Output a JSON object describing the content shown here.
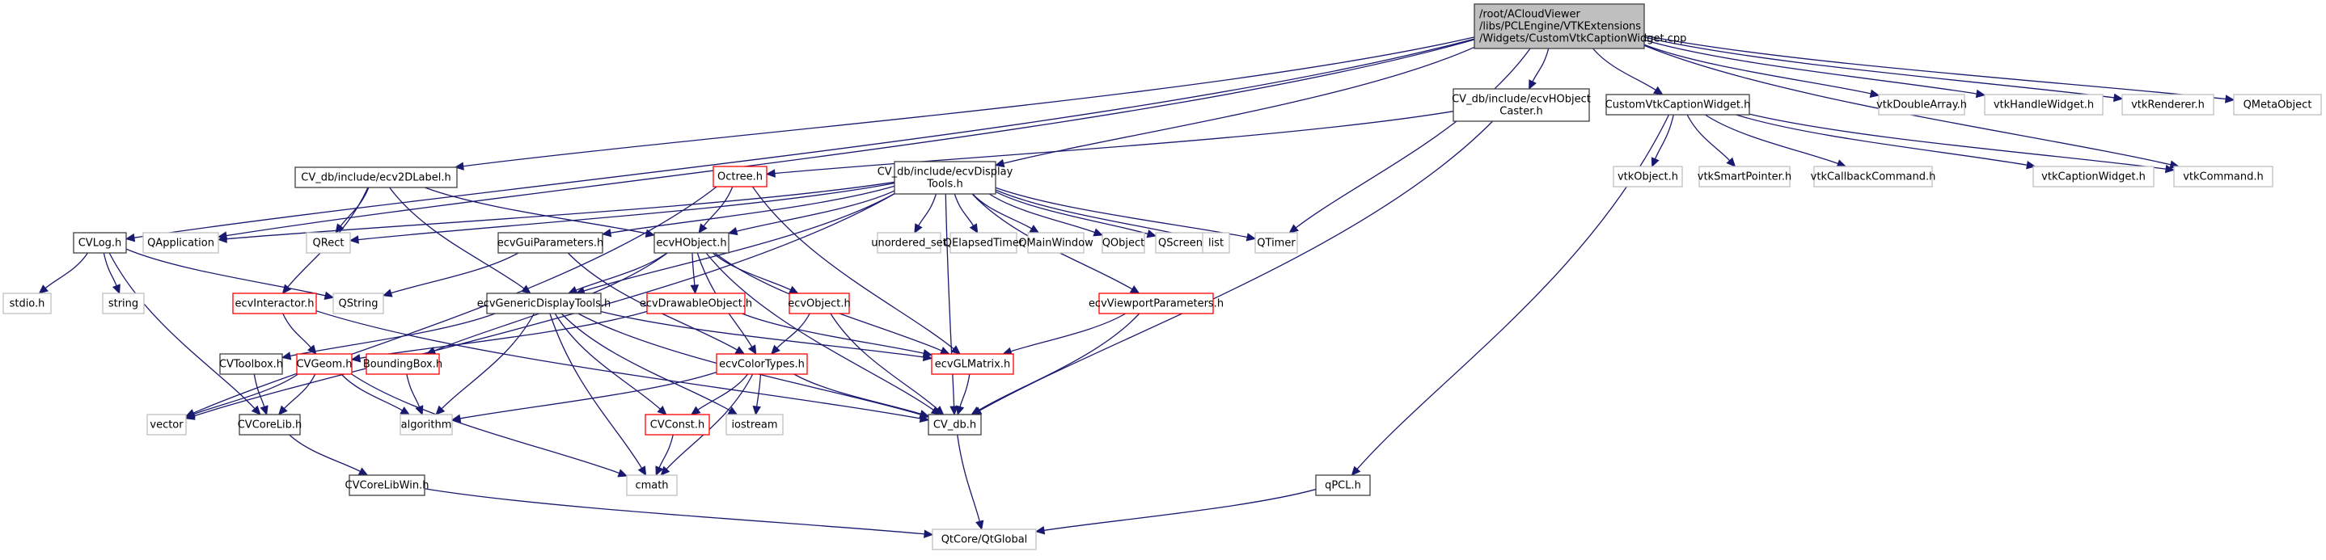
{
  "graph": {
    "title": "/root/ACloudViewer/libs/PCLEngine/VTKExtensions/Widgets/CustomVtkCaptionWidget.cpp",
    "colors": {
      "edge": "#191970",
      "root_fill": "#bfbfbf",
      "documented_border": "#404040",
      "truncated_border": "#ff0000",
      "external_border": "#bfbfbf"
    },
    "nodes": [
      {
        "id": "root",
        "kind": "root",
        "lines": [
          "/root/ACloudViewer",
          "/libs/PCLEngine/VTKExtensions",
          "/Widgets/CustomVtkCaptionWidget.cpp"
        ]
      },
      {
        "id": "hobjcaster",
        "kind": "doc",
        "lines": [
          "CV_db/include/ecvHObject",
          "Caster.h"
        ]
      },
      {
        "id": "customvtk",
        "kind": "doc",
        "lines": [
          "CustomVtkCaptionWidget.h"
        ]
      },
      {
        "id": "vtkdoublearray",
        "kind": "ext",
        "lines": [
          "vtkDoubleArray.h"
        ]
      },
      {
        "id": "vtkhandlewidget",
        "kind": "ext",
        "lines": [
          "vtkHandleWidget.h"
        ]
      },
      {
        "id": "vtkrenderer",
        "kind": "ext",
        "lines": [
          "vtkRenderer.h"
        ]
      },
      {
        "id": "qmetaobject",
        "kind": "ext",
        "lines": [
          "QMetaObject"
        ]
      },
      {
        "id": "vtkobject",
        "kind": "ext",
        "lines": [
          "vtkObject.h"
        ]
      },
      {
        "id": "vtksmartpointer",
        "kind": "ext",
        "lines": [
          "vtkSmartPointer.h"
        ]
      },
      {
        "id": "vtkcallbackcommand",
        "kind": "ext",
        "lines": [
          "vtkCallbackCommand.h"
        ]
      },
      {
        "id": "vtkcaptionwidget",
        "kind": "ext",
        "lines": [
          "vtkCaptionWidget.h"
        ]
      },
      {
        "id": "vtkcommand",
        "kind": "ext",
        "lines": [
          "vtkCommand.h"
        ]
      },
      {
        "id": "ecv2dlabel",
        "kind": "doc",
        "lines": [
          "CV_db/include/ecv2DLabel.h"
        ]
      },
      {
        "id": "octree",
        "kind": "trunc",
        "lines": [
          "Octree.h"
        ]
      },
      {
        "id": "displaytools",
        "kind": "doc",
        "lines": [
          "CV_db/include/ecvDisplay",
          "Tools.h"
        ]
      },
      {
        "id": "cvlog",
        "kind": "doc",
        "lines": [
          "CVLog.h"
        ]
      },
      {
        "id": "qapplication",
        "kind": "ext",
        "lines": [
          "QApplication"
        ]
      },
      {
        "id": "qrect",
        "kind": "ext",
        "lines": [
          "QRect"
        ]
      },
      {
        "id": "guiparams",
        "kind": "doc",
        "lines": [
          "ecvGuiParameters.h"
        ]
      },
      {
        "id": "hobject",
        "kind": "doc",
        "lines": [
          "ecvHObject.h"
        ]
      },
      {
        "id": "unorderedset",
        "kind": "ext",
        "lines": [
          "unordered_set"
        ]
      },
      {
        "id": "qelapsedtimer",
        "kind": "ext",
        "lines": [
          "QElapsedTimer"
        ]
      },
      {
        "id": "qmainwindow",
        "kind": "ext",
        "lines": [
          "QMainWindow"
        ]
      },
      {
        "id": "qobject",
        "kind": "ext",
        "lines": [
          "QObject"
        ]
      },
      {
        "id": "qscreen",
        "kind": "ext",
        "lines": [
          "QScreen"
        ]
      },
      {
        "id": "list",
        "kind": "ext",
        "lines": [
          "list"
        ]
      },
      {
        "id": "qtimer",
        "kind": "ext",
        "lines": [
          "QTimer"
        ]
      },
      {
        "id": "stdio",
        "kind": "ext",
        "lines": [
          "stdio.h"
        ]
      },
      {
        "id": "string",
        "kind": "ext",
        "lines": [
          "string"
        ]
      },
      {
        "id": "interactor",
        "kind": "trunc",
        "lines": [
          "ecvInteractor.h"
        ]
      },
      {
        "id": "qstring",
        "kind": "ext",
        "lines": [
          "QString"
        ]
      },
      {
        "id": "genericdisplay",
        "kind": "doc",
        "lines": [
          "ecvGenericDisplayTools.h"
        ]
      },
      {
        "id": "drawable",
        "kind": "trunc",
        "lines": [
          "ecvDrawableObject.h"
        ]
      },
      {
        "id": "ecvobject",
        "kind": "trunc",
        "lines": [
          "ecvObject.h"
        ]
      },
      {
        "id": "viewport",
        "kind": "trunc",
        "lines": [
          "ecvViewportParameters.h"
        ]
      },
      {
        "id": "cvtoolbox",
        "kind": "doc",
        "lines": [
          "CVToolbox.h"
        ]
      },
      {
        "id": "cvgeom",
        "kind": "trunc",
        "lines": [
          "CVGeom.h"
        ]
      },
      {
        "id": "boundingbox",
        "kind": "trunc",
        "lines": [
          "BoundingBox.h"
        ]
      },
      {
        "id": "colortypes",
        "kind": "trunc",
        "lines": [
          "ecvColorTypes.h"
        ]
      },
      {
        "id": "glmatrix",
        "kind": "trunc",
        "lines": [
          "ecvGLMatrix.h"
        ]
      },
      {
        "id": "vector",
        "kind": "ext",
        "lines": [
          "vector"
        ]
      },
      {
        "id": "cvcorelib",
        "kind": "doc",
        "lines": [
          "CVCoreLib.h"
        ]
      },
      {
        "id": "algorithm",
        "kind": "ext",
        "lines": [
          "algorithm"
        ]
      },
      {
        "id": "cvconst",
        "kind": "trunc",
        "lines": [
          "CVConst.h"
        ]
      },
      {
        "id": "iostream",
        "kind": "ext",
        "lines": [
          "iostream"
        ]
      },
      {
        "id": "cvdb",
        "kind": "doc",
        "lines": [
          "CV_db.h"
        ]
      },
      {
        "id": "cvcorelibwin",
        "kind": "doc",
        "lines": [
          "CVCoreLibWin.h"
        ]
      },
      {
        "id": "cmath",
        "kind": "ext",
        "lines": [
          "cmath"
        ]
      },
      {
        "id": "qpcl",
        "kind": "doc",
        "lines": [
          "qPCL.h"
        ]
      },
      {
        "id": "qtglobal",
        "kind": "ext",
        "lines": [
          "QtCore/QtGlobal"
        ]
      }
    ],
    "edges": [
      [
        "root",
        "hobjcaster"
      ],
      [
        "root",
        "customvtk"
      ],
      [
        "root",
        "vtkdoublearray"
      ],
      [
        "root",
        "vtkhandlewidget"
      ],
      [
        "root",
        "vtkrenderer"
      ],
      [
        "root",
        "qmetaobject"
      ],
      [
        "root",
        "vtkcommand"
      ],
      [
        "root",
        "ecv2dlabel"
      ],
      [
        "root",
        "displaytools"
      ],
      [
        "root",
        "cvlog"
      ],
      [
        "root",
        "qapplication"
      ],
      [
        "root",
        "qtimer"
      ],
      [
        "hobjcaster",
        "octree"
      ],
      [
        "hobjcaster",
        "cvdb"
      ],
      [
        "customvtk",
        "vtkobject"
      ],
      [
        "customvtk",
        "vtksmartpointer"
      ],
      [
        "customvtk",
        "vtkcallbackcommand"
      ],
      [
        "customvtk",
        "vtkcaptionwidget"
      ],
      [
        "customvtk",
        "vtkcommand"
      ],
      [
        "customvtk",
        "qpcl"
      ],
      [
        "ecv2dlabel",
        "qrect"
      ],
      [
        "ecv2dlabel",
        "hobject"
      ],
      [
        "ecv2dlabel",
        "interactor"
      ],
      [
        "ecv2dlabel",
        "genericdisplay"
      ],
      [
        "octree",
        "hobject"
      ],
      [
        "octree",
        "vector"
      ],
      [
        "octree",
        "glmatrix"
      ],
      [
        "displaytools",
        "qapplication"
      ],
      [
        "displaytools",
        "qrect"
      ],
      [
        "displaytools",
        "guiparams"
      ],
      [
        "displaytools",
        "hobject"
      ],
      [
        "displaytools",
        "unorderedset"
      ],
      [
        "displaytools",
        "qelapsedtimer"
      ],
      [
        "displaytools",
        "qmainwindow"
      ],
      [
        "displaytools",
        "qobject"
      ],
      [
        "displaytools",
        "qscreen"
      ],
      [
        "displaytools",
        "list"
      ],
      [
        "displaytools",
        "qtimer"
      ],
      [
        "displaytools",
        "genericdisplay"
      ],
      [
        "displaytools",
        "viewport"
      ],
      [
        "displaytools",
        "vector"
      ],
      [
        "displaytools",
        "cvdb"
      ],
      [
        "cvlog",
        "stdio"
      ],
      [
        "cvlog",
        "string"
      ],
      [
        "cvlog",
        "qstring"
      ],
      [
        "cvlog",
        "cvcorelib"
      ],
      [
        "guiparams",
        "qstring"
      ],
      [
        "guiparams",
        "colortypes"
      ],
      [
        "hobject",
        "genericdisplay"
      ],
      [
        "hobject",
        "drawable"
      ],
      [
        "hobject",
        "ecvobject"
      ],
      [
        "hobject",
        "glmatrix"
      ],
      [
        "hobject",
        "boundingbox"
      ],
      [
        "hobject",
        "colortypes"
      ],
      [
        "hobject",
        "cvdb"
      ],
      [
        "interactor",
        "cvgeom"
      ],
      [
        "interactor",
        "cvdb"
      ],
      [
        "genericdisplay",
        "cvtoolbox"
      ],
      [
        "genericdisplay",
        "algorithm"
      ],
      [
        "genericdisplay",
        "cmath"
      ],
      [
        "genericdisplay",
        "cvconst"
      ],
      [
        "genericdisplay",
        "iostream"
      ],
      [
        "genericdisplay",
        "cvdb"
      ],
      [
        "genericdisplay",
        "glmatrix"
      ],
      [
        "drawable",
        "cvgeom"
      ],
      [
        "drawable",
        "glmatrix"
      ],
      [
        "ecvobject",
        "colortypes"
      ],
      [
        "ecvobject",
        "cvdb"
      ],
      [
        "viewport",
        "glmatrix"
      ],
      [
        "viewport",
        "cvdb"
      ],
      [
        "cvtoolbox",
        "cvcorelib"
      ],
      [
        "cvgeom",
        "vector"
      ],
      [
        "cvgeom",
        "cvcorelib"
      ],
      [
        "cvgeom",
        "algorithm"
      ],
      [
        "cvgeom",
        "cmath"
      ],
      [
        "boundingbox",
        "algorithm"
      ],
      [
        "colortypes",
        "algorithm"
      ],
      [
        "colortypes",
        "cvconst"
      ],
      [
        "colortypes",
        "iostream"
      ],
      [
        "colortypes",
        "cmath"
      ],
      [
        "colortypes",
        "cvdb"
      ],
      [
        "glmatrix",
        "cvdb"
      ],
      [
        "cvconst",
        "cmath"
      ],
      [
        "cvdb",
        "qtglobal"
      ],
      [
        "cvcorelib",
        "cvcorelibwin"
      ],
      [
        "cvcorelibwin",
        "qtglobal"
      ],
      [
        "qpcl",
        "qtglobal"
      ]
    ]
  }
}
